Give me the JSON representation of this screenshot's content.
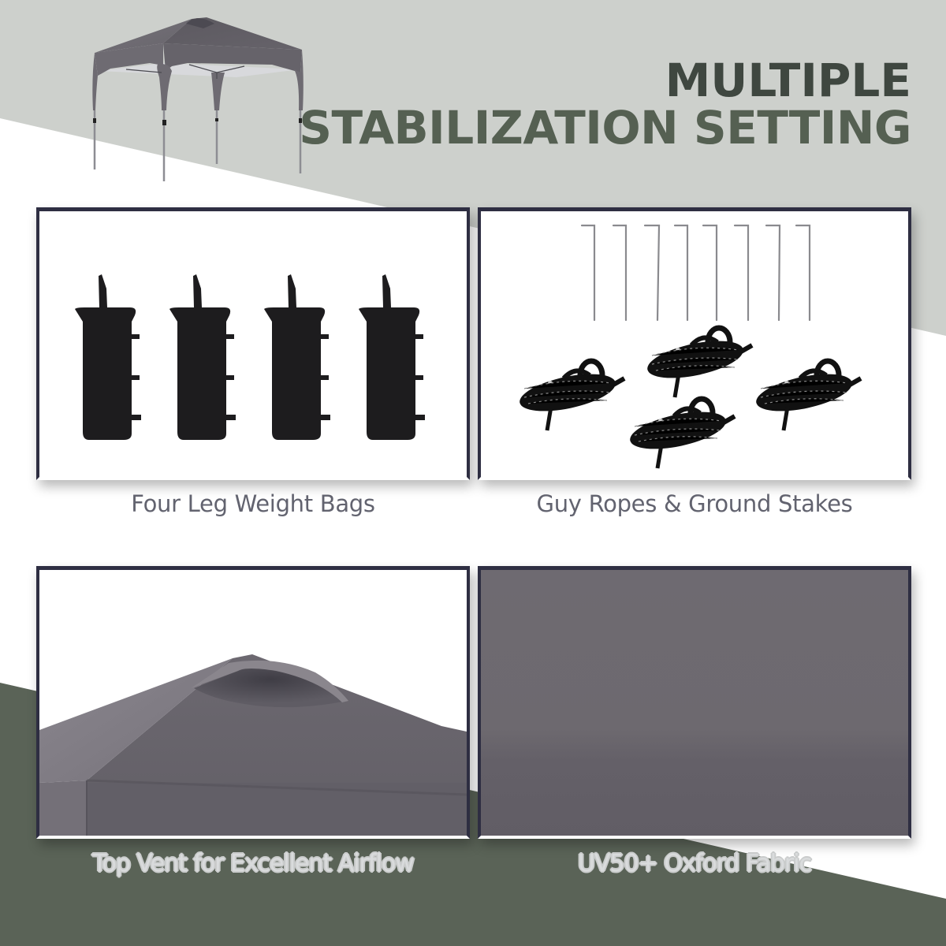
{
  "title": {
    "line1": "MULTIPLE",
    "line2": "STABILIZATION SETTING"
  },
  "colors": {
    "background_top": "#cdd0cc",
    "background_middle": "#ffffff",
    "background_bottom": "#5a6357",
    "title_text": "#4c5549",
    "panel_border": "#2e2e42",
    "caption_text": "#62636f",
    "fabric": "#6b676e"
  },
  "panels": [
    {
      "id": "weight-bags",
      "caption": "Four Leg Weight Bags",
      "item_count": 4
    },
    {
      "id": "guy-ropes",
      "caption": "Guy Ropes & Ground Stakes",
      "stake_count": 8,
      "rope_count": 4
    },
    {
      "id": "top-vent",
      "caption": "Top Vent for Excellent Airflow"
    },
    {
      "id": "fabric",
      "caption": "UV50+ Oxford Fabric"
    }
  ],
  "icons": {
    "hero": "canopy-tent-icon",
    "panel1": "weight-bag-icon",
    "panel2_stakes": "ground-stake-icon",
    "panel2_ropes": "guy-rope-icon",
    "panel3": "tent-roof-vent-icon",
    "panel4": "fabric-swatch-icon"
  }
}
